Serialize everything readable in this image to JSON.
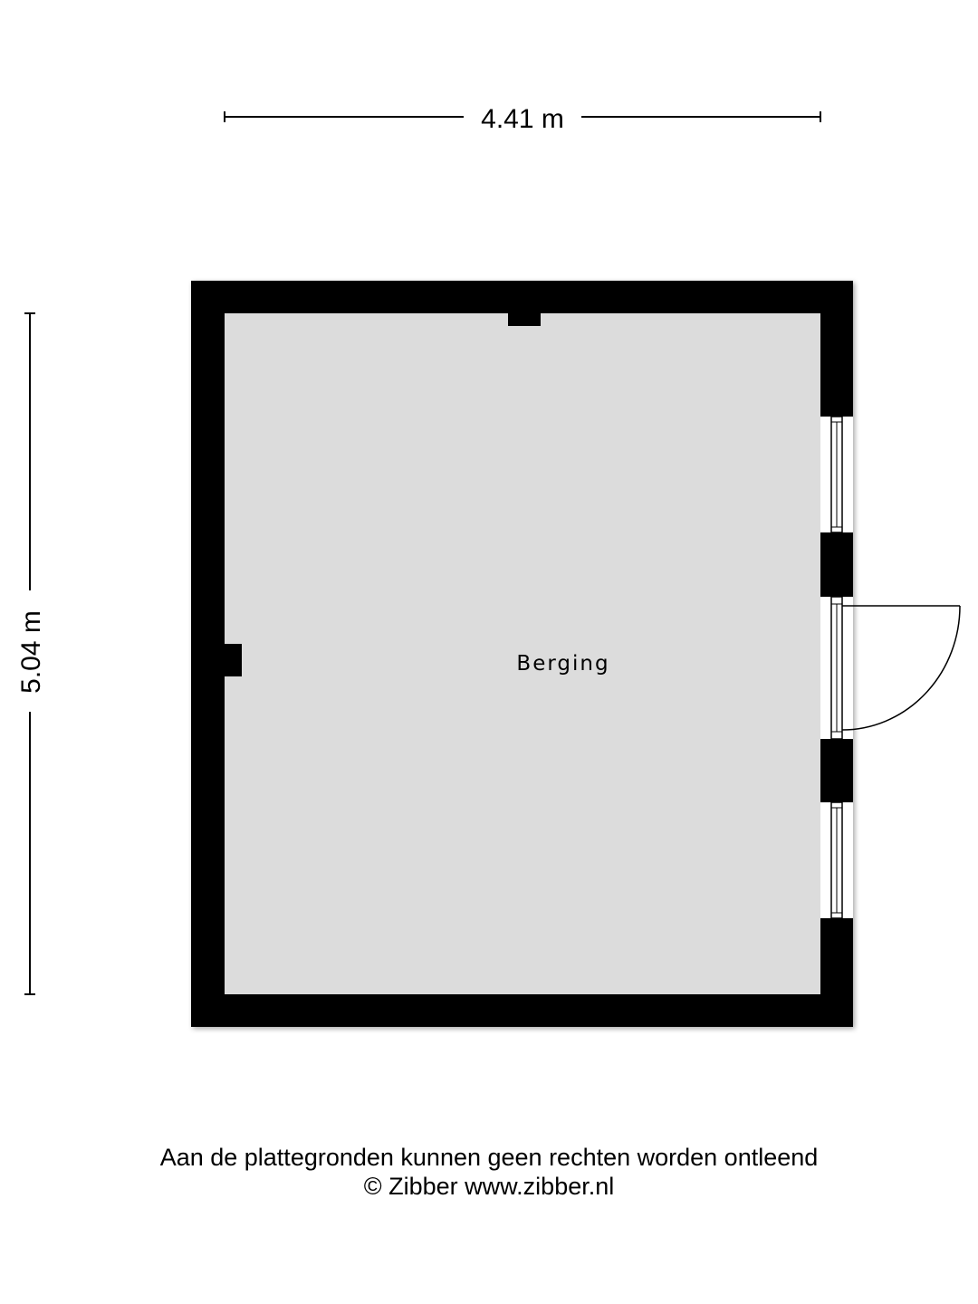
{
  "dimensions": {
    "width_label": "4.41 m",
    "height_label": "5.04 m"
  },
  "rooms": [
    {
      "label": "Berging"
    }
  ],
  "footer": {
    "disclaimer": "Aan de plattegronden kunnen geen rechten worden ontleend",
    "copyright": "© Zibber www.zibber.nl"
  },
  "colors": {
    "wall": "#000000",
    "floor": "#dcdcdc",
    "background": "#ffffff"
  }
}
